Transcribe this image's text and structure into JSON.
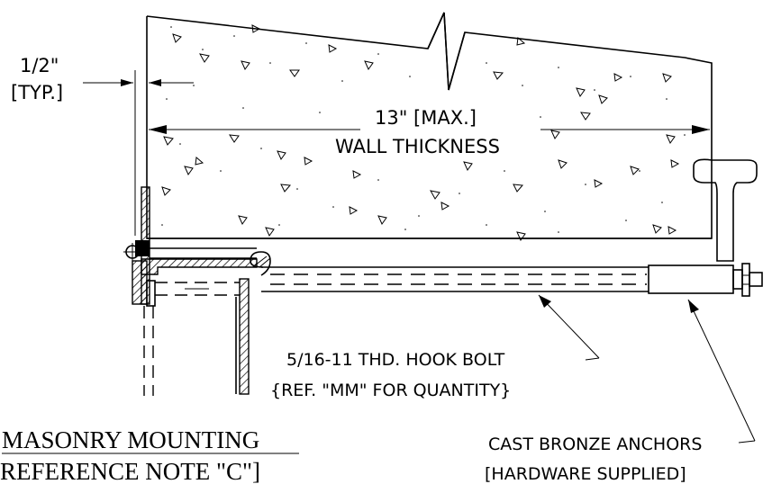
{
  "labels": {
    "gap_dim": "1/2\"",
    "gap_typ": "[TYP.]",
    "wall_dim": "13\" [MAX.]",
    "wall_label": "WALL THICKNESS",
    "bolt_label": "5/16-11 THD. HOOK BOLT",
    "bolt_ref": "{REF. \"MM\" FOR QUANTITY}",
    "anchor_label": "CAST BRONZE ANCHORS",
    "anchor_note": "[HARDWARE SUPPLIED]",
    "title": "MASONRY MOUNTING",
    "title_ref": "REFERENCE NOTE \"C\"]"
  }
}
